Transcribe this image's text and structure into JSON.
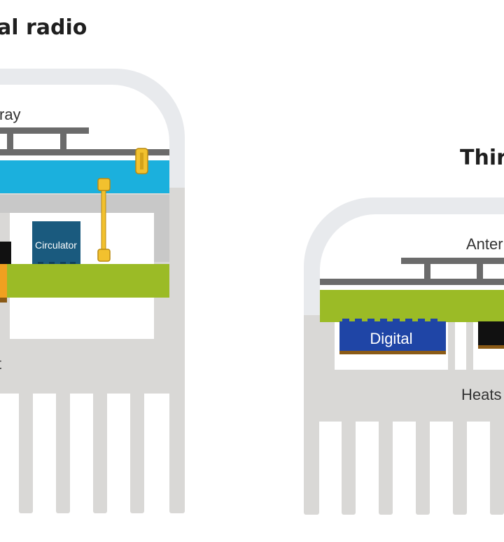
{
  "left_panel": {
    "title": "al radio",
    "label_top": "ray",
    "label_bottom": "t",
    "circulator_label": "Circulator"
  },
  "right_panel": {
    "title": "Thir",
    "antenna_label": "Anter",
    "digital_label": "Digital",
    "heatsink_label": "Heats"
  },
  "colors": {
    "housing": "#e8eaed",
    "heatsink": "#d9d8d6",
    "pcb_green": "#9bbb26",
    "antenna_blue": "#1bb0dd",
    "tray_gray": "#6b6b6b",
    "circulator_navy": "#1a5a7e",
    "digital_blue": "#1f45a6",
    "clip_yellow": "#f2c12e",
    "chip_black": "#111111",
    "component_orange": "#f0a020",
    "copper_brown": "#8a5a16"
  }
}
